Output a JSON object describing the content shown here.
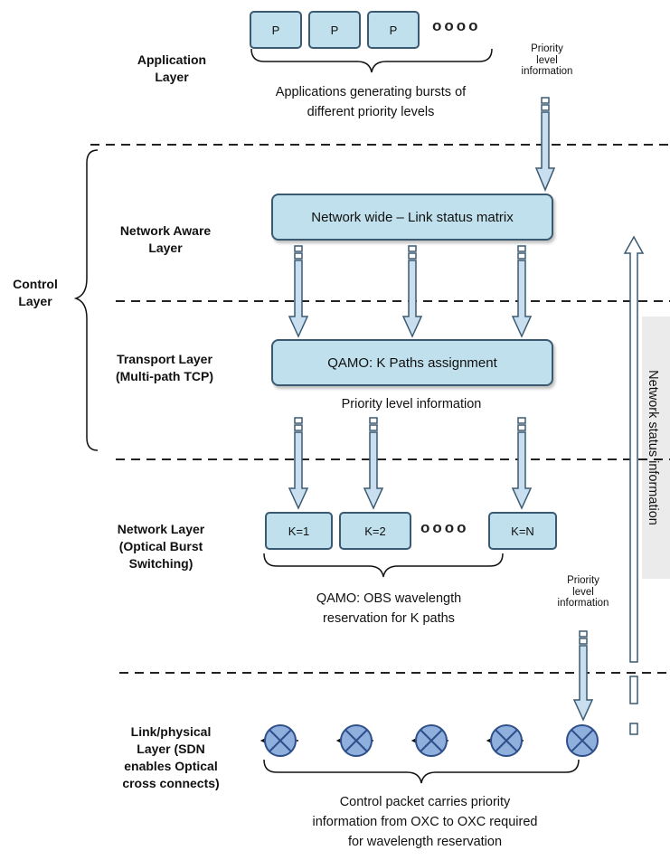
{
  "layers": {
    "application": "Application\nLayer",
    "network_aware": "Network Aware\nLayer",
    "control": "Control\nLayer",
    "transport": "Transport Layer\n(Multi-path TCP)",
    "network": "Network Layer\n(Optical Burst\nSwitching)",
    "link_physical": "Link/physical\nLayer (SDN\nenables Optical\ncross connects)"
  },
  "app_boxes": [
    "P",
    "P",
    "P"
  ],
  "dots": "oooo",
  "app_description": "Applications generating bursts of\ndifferent priority levels",
  "priority_note_top": "Priority\nlevel\ninformation",
  "priority_note_bottom": "Priority\nlevel\ninformation",
  "link_status_box": "Network wide – Link status matrix",
  "qamo_paths_box": "QAMO: K Paths assignment",
  "priority_level_info": "Priority level information",
  "k_boxes": [
    "K=1",
    "K=2",
    "K=N"
  ],
  "obs_description": "QAMO: OBS wavelength\nreservation for K paths",
  "control_packet_description": "Control packet carries priority\ninformation from OXC to OXC required\nfor wavelength reservation",
  "network_status": "Network status information",
  "colors": {
    "box_fill": "#bfe0ec",
    "box_border": "#3a5a72",
    "oxc_fill": "#8fb0dc"
  }
}
